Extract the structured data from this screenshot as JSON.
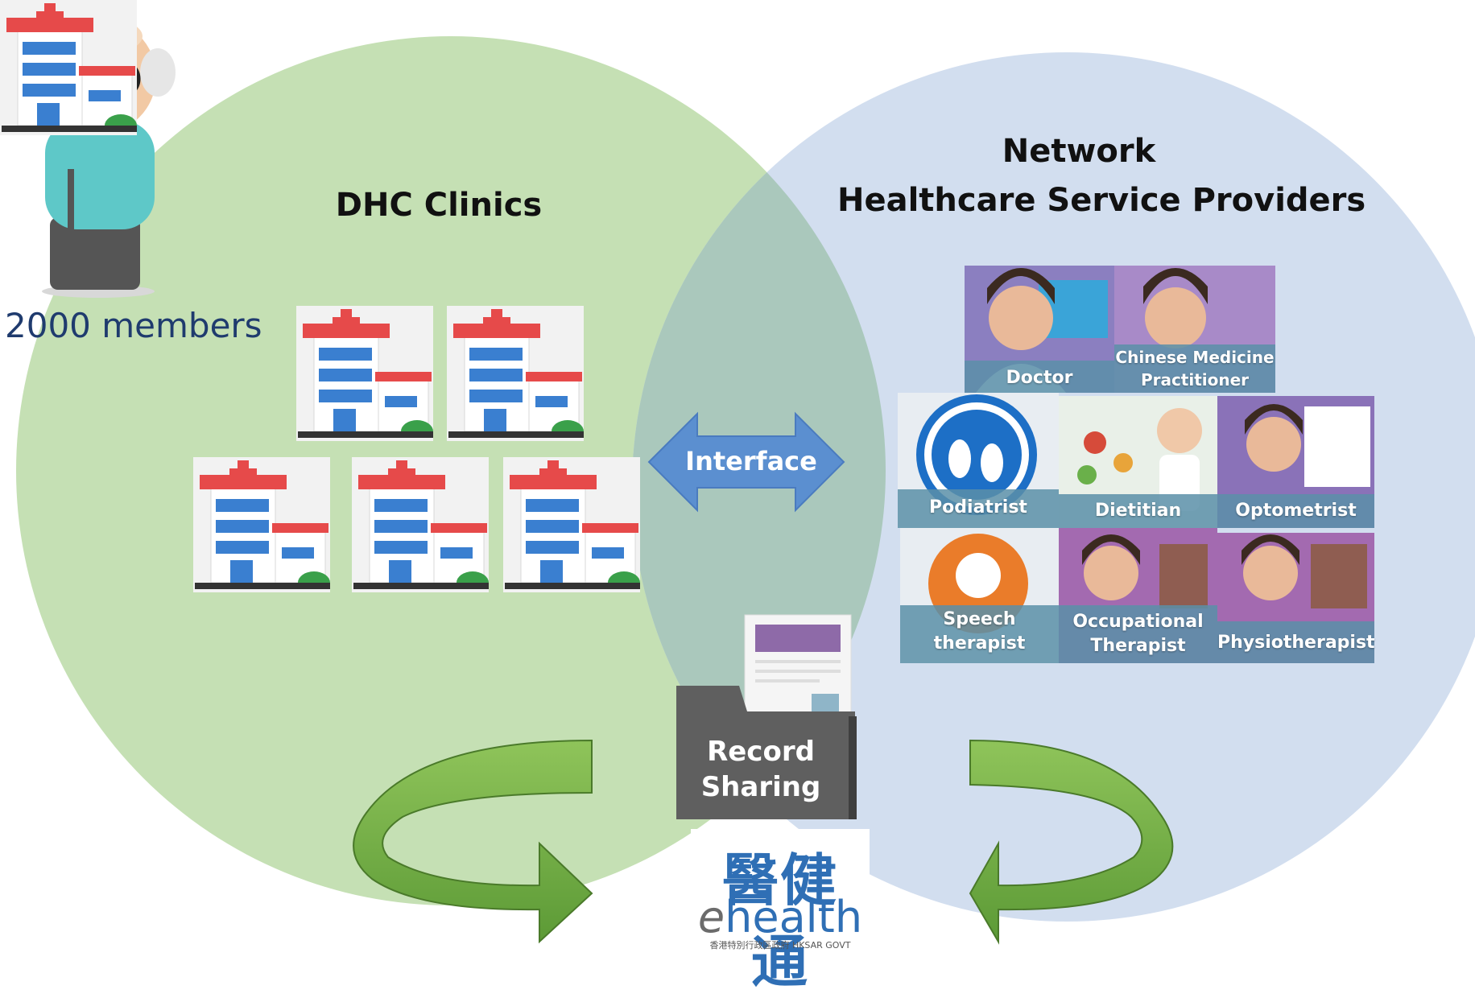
{
  "left_circle": {
    "title": "DHC Clinics",
    "color": "#c5e0b4"
  },
  "right_circle": {
    "title_line1": "Network",
    "title_line2": "Healthcare Service Providers",
    "color": "#d2deef"
  },
  "members_label": "2000 members",
  "interface_label": "Interface",
  "record_sharing": {
    "line1": "Record",
    "line2": "Sharing"
  },
  "ehealth": {
    "chinese": "醫健通",
    "english_prefix": "e",
    "english_rest": "health",
    "gov_line": "香港特別行政區政府 HKSAR GOVT"
  },
  "providers": [
    {
      "line1": "Doctor",
      "line2": ""
    },
    {
      "line1": "Chinese Medicine",
      "line2": "Practitioner"
    },
    {
      "line1": "Podiatrist",
      "line2": ""
    },
    {
      "line1": "Dietitian",
      "line2": ""
    },
    {
      "line1": "Optometrist",
      "line2": ""
    },
    {
      "line1": "Speech",
      "line2": "therapist"
    },
    {
      "line1": "Occupational",
      "line2": "Therapist"
    },
    {
      "line1": "Physiotherapist",
      "line2": ""
    }
  ],
  "colors": {
    "arrow_blue": "#5b8fd0",
    "cycle_green": "#5f9a3c",
    "ehealth_blue": "#2f6fb5"
  }
}
